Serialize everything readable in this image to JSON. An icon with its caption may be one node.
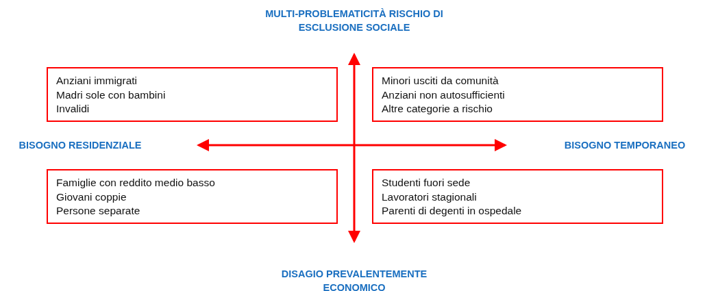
{
  "diagram": {
    "nodes": [
      {
        "text": [
          "Anziani immigrati",
          "Madri sole con bambini",
          "Invalidi"
        ]
      },
      {
        "text": [
          "Minori usciti da comunità",
          "Anziani non autosufficienti",
          "Altre categorie a rischio"
        ]
      },
      {
        "text": [
          "Famiglie con reddito medio basso",
          "Giovani coppie",
          "Persone separate"
        ]
      },
      {
        "text": [
          "Studenti fuori sede",
          "Lavoratori stagionali",
          "Parenti di degenti in ospedale"
        ]
      }
    ],
    "edges": [],
    "labels": [
      "MULTI-PROBLEMATICITÀ RISCHIO DI ESCLUSIONE SOCIALE",
      "BISOGNO RESIDENZIALE",
      "BISOGNO TEMPORANEO",
      "DISAGIO PREVALENTEMENTE ECONOMICO"
    ]
  }
}
